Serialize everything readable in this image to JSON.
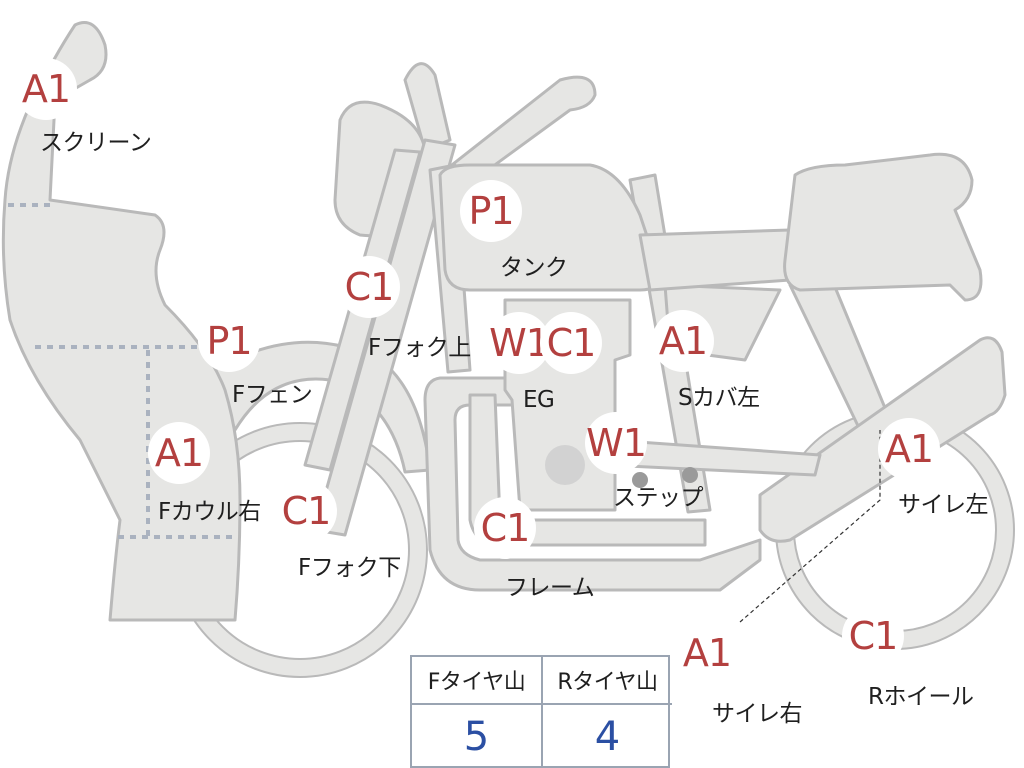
{
  "parts": [
    {
      "key": "screen",
      "grade": "A1",
      "label": "スクリーン"
    },
    {
      "key": "tank",
      "grade": "P1",
      "label": "タンク"
    },
    {
      "key": "f-fork-top",
      "grade": "C1",
      "label": "Fフォク上"
    },
    {
      "key": "f-fender",
      "grade": "P1",
      "label": "Fフェン"
    },
    {
      "key": "engine",
      "grade": "W1",
      "grade2": "C1",
      "label": "EG"
    },
    {
      "key": "s-cover-left",
      "grade": "A1",
      "label": "Sカバ左"
    },
    {
      "key": "f-cowl-right",
      "grade": "A1",
      "label": "Fカウル右"
    },
    {
      "key": "step",
      "grade": "W1",
      "label": "ステップ"
    },
    {
      "key": "muffler-left",
      "grade": "A1",
      "label": "サイレ左"
    },
    {
      "key": "f-fork-bottom",
      "grade": "C1",
      "label": "Fフォク下"
    },
    {
      "key": "frame",
      "grade": "C1",
      "label": "フレーム"
    },
    {
      "key": "muffler-right",
      "grade": "A1",
      "label": "サイレ右"
    },
    {
      "key": "r-wheel",
      "grade": "C1",
      "label": "Rホイール"
    }
  ],
  "tire_table": {
    "front_header": "Fタイヤ山",
    "rear_header": "Rタイヤ山",
    "front_value": "5",
    "rear_value": "4"
  },
  "colors": {
    "body_fill": "#e6e6e4",
    "body_stroke": "#b9b9b9",
    "grade_text": "#b3403f",
    "table_value": "#2b4fa3"
  }
}
